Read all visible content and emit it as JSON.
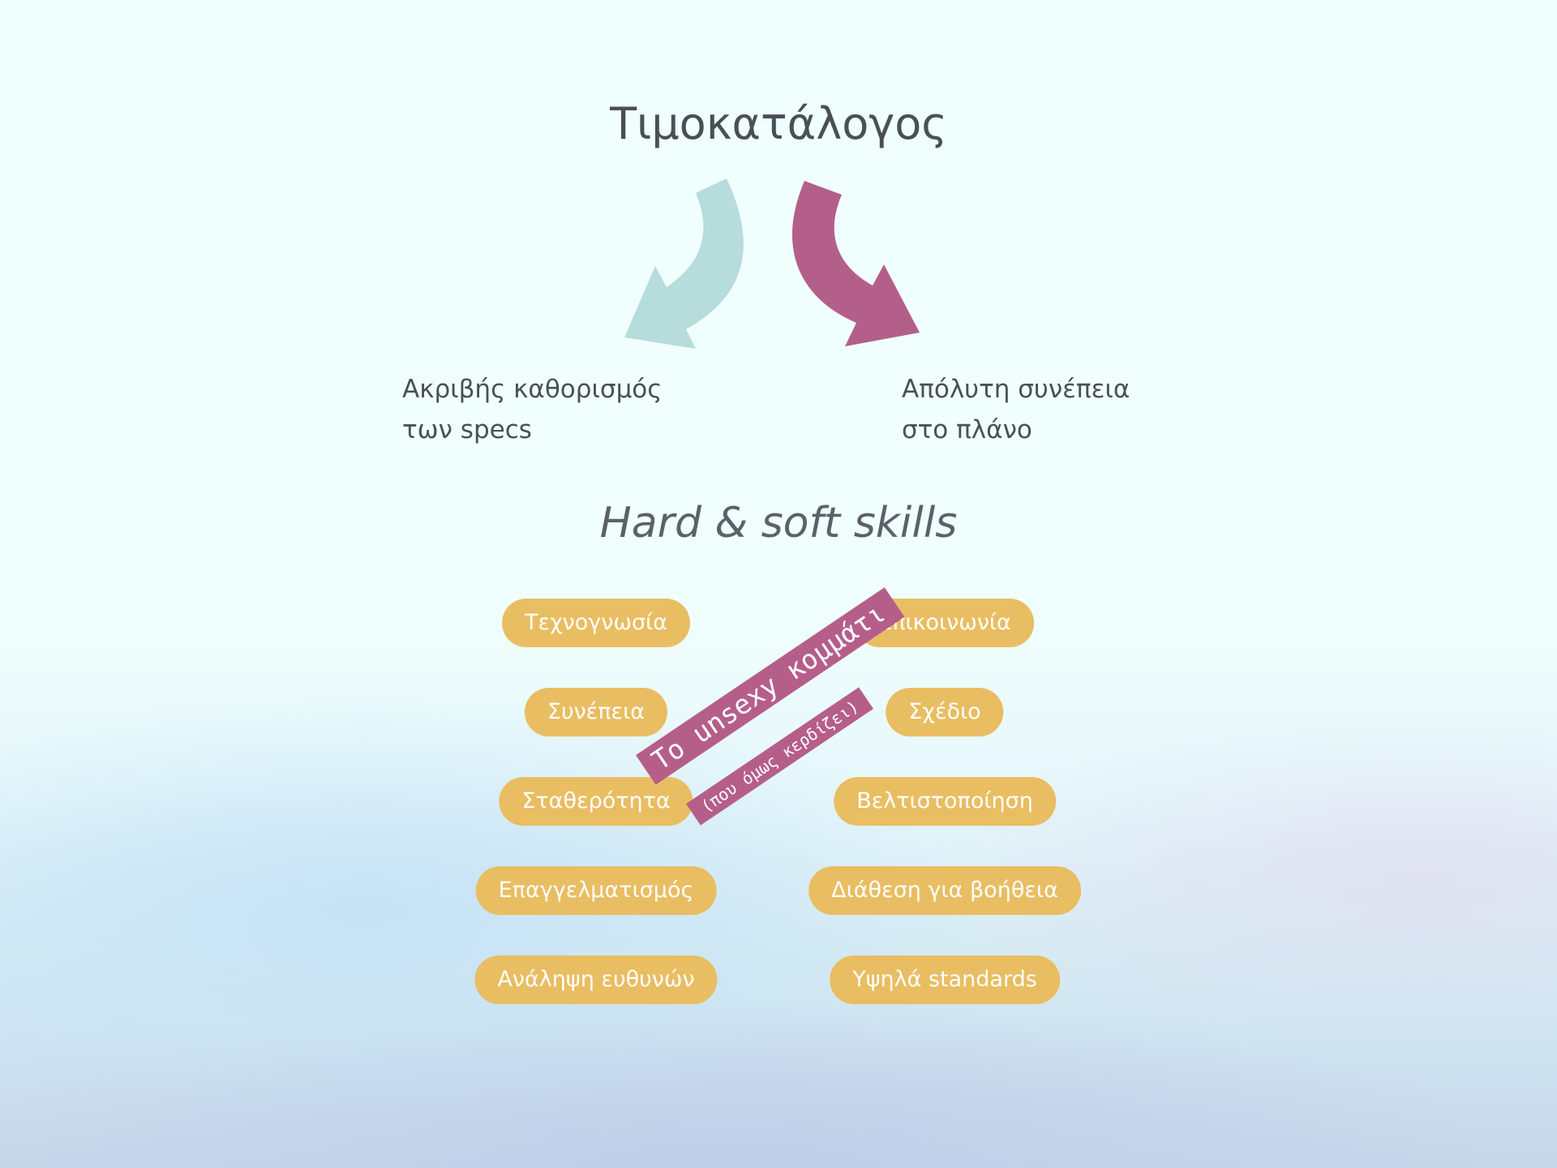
{
  "title": "Τιμοκατάλογος",
  "left_caption": {
    "line1": "Ακριβής καθορισμός",
    "line2": "των specs"
  },
  "right_caption": {
    "line1": "Απόλυτη συνέπεια",
    "line2": "στο πλάνο"
  },
  "subtitle": "Hard & soft skills",
  "hard_skills": [
    "Τεχνογνωσία",
    "Συνέπεια",
    "Σταθερότητα",
    "Επαγγελματισμός",
    "Ανάληψη ευθυνών"
  ],
  "soft_skills": [
    "Επικοινωνία",
    "Σχέδιο",
    "Βελτιστοποίηση",
    "Διάθεση για βοήθεια",
    "Υψηλά standards"
  ],
  "banner": {
    "main": "Το unsexy κομμάτι",
    "sub": "(που όμως κερδίζει)"
  },
  "colors": {
    "text": "#4a4f57",
    "left_arrow": "#b6dcdc",
    "right_arrow": "#b45f8a",
    "pill": "#e9bd62",
    "banner": "#b65e8a"
  },
  "icons": {
    "left_arrow": "curved-arrow-down-left-icon",
    "right_arrow": "curved-arrow-down-right-icon"
  }
}
